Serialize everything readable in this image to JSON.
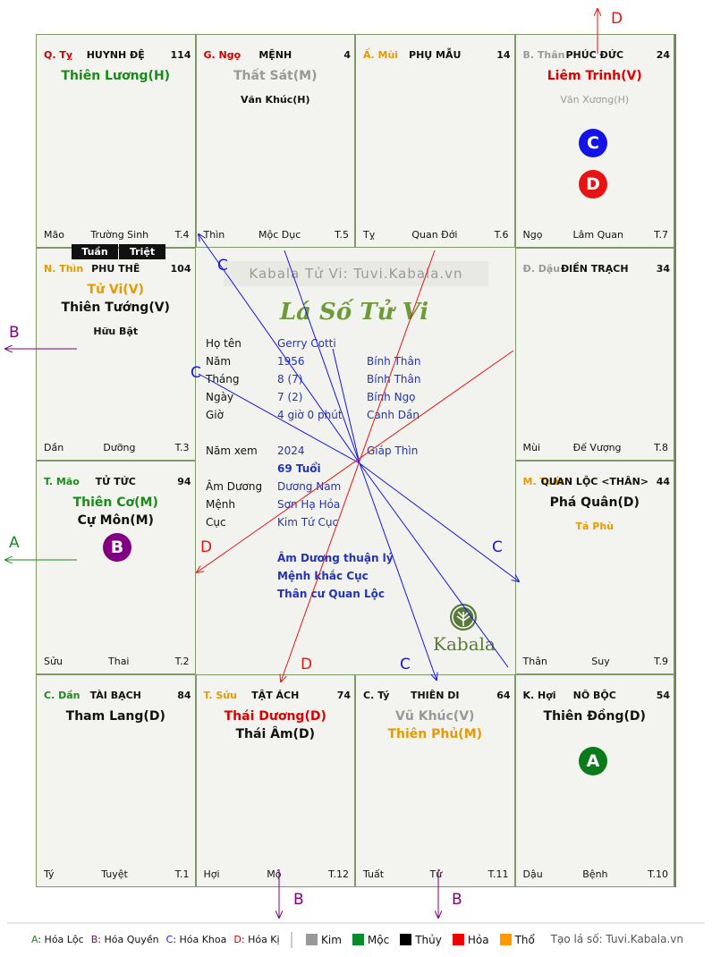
{
  "palaces": [
    {
      "id": "ty",
      "branch": "Q. Tỵ",
      "branch_color": "#cc0000",
      "name": "HUYNH ĐỆ",
      "number": "114",
      "main_stars": [
        {
          "text": "Thiên Lương(H)",
          "color": "#1a8a1a"
        }
      ],
      "minor_stars": [],
      "foot_left": "Mão",
      "foot_mid": "Trường Sinh",
      "foot_right": "T.4"
    },
    {
      "id": "ngo",
      "branch": "G. Ngọ",
      "branch_color": "#cc0000",
      "name": "MỆNH",
      "number": "4",
      "main_stars": [
        {
          "text": "Thất Sát(M)",
          "color": "#999999"
        }
      ],
      "minor_stars": [
        {
          "text": "Văn Khúc(H)",
          "color": "#111111"
        }
      ],
      "foot_left": "Thìn",
      "foot_mid": "Mộc Dục",
      "foot_right": "T.5"
    },
    {
      "id": "mui",
      "branch": "Ấ. Mùi",
      "branch_color": "#e69a00",
      "name": "PHỤ MẪU",
      "number": "14",
      "main_stars": [],
      "minor_stars": [],
      "foot_left": "Tỵ",
      "foot_mid": "Quan Đới",
      "foot_right": "T.6"
    },
    {
      "id": "than",
      "branch": "B. Thân",
      "branch_color": "#999999",
      "name": "PHÚC ĐỨC",
      "number": "24",
      "main_stars": [
        {
          "text": "Liêm Trinh(V)",
          "color": "#dd0000"
        }
      ],
      "minor_stars": [
        {
          "text": "Văn Xương(H)",
          "color": "#999999"
        }
      ],
      "foot_left": "Ngọ",
      "foot_mid": "Lâm Quan",
      "foot_right": "T.7"
    },
    {
      "id": "thin",
      "branch": "N. Thìn",
      "branch_color": "#e69a00",
      "name": "PHU THÊ",
      "number": "104",
      "main_stars": [
        {
          "text": "Tử Vi(V)",
          "color": "#e69a00"
        },
        {
          "text": "Thiên Tướng(V)",
          "color": "#111111"
        }
      ],
      "minor_stars": [
        {
          "text": "Hữu Bật",
          "color": "#111111"
        }
      ],
      "foot_left": "Dần",
      "foot_mid": "Dưỡng",
      "foot_right": "T.3"
    },
    {
      "id": "dau",
      "branch": "Đ. Dậu",
      "branch_color": "#999999",
      "name": "ĐIỀN TRẠCH",
      "number": "34",
      "main_stars": [],
      "minor_stars": [],
      "foot_left": "Mùi",
      "foot_mid": "Đế Vượng",
      "foot_right": "T.8"
    },
    {
      "id": "mao",
      "branch": "T. Mão",
      "branch_color": "#1a8a1a",
      "name": "TỬ TỨC",
      "number": "94",
      "main_stars": [
        {
          "text": "Thiên Cơ(M)",
          "color": "#1a8a1a"
        },
        {
          "text": "Cự Môn(M)",
          "color": "#111111"
        }
      ],
      "minor_stars": [],
      "foot_left": "Sửu",
      "foot_mid": "Thai",
      "foot_right": "T.2"
    },
    {
      "id": "tuat",
      "branch": "M. Tuất",
      "branch_color": "#e69a00",
      "name": "QUAN LỘC <THÂN>",
      "number": "44",
      "main_stars": [
        {
          "text": "Phá Quân(D)",
          "color": "#111111"
        }
      ],
      "minor_stars": [
        {
          "text": "Tả Phù",
          "color": "#e69a00"
        }
      ],
      "foot_left": "Thân",
      "foot_mid": "Suy",
      "foot_right": "T.9"
    },
    {
      "id": "dan",
      "branch": "C. Dần",
      "branch_color": "#1a8a1a",
      "name": "TÀI BẠCH",
      "number": "84",
      "main_stars": [
        {
          "text": "Tham Lang(D)",
          "color": "#111111"
        }
      ],
      "minor_stars": [],
      "foot_left": "Tý",
      "foot_mid": "Tuyệt",
      "foot_right": "T.1"
    },
    {
      "id": "suu",
      "branch": "T. Sửu",
      "branch_color": "#e69a00",
      "name": "TẬT ÁCH",
      "number": "74",
      "main_stars": [
        {
          "text": "Thái Dương(D)",
          "color": "#dd0000"
        },
        {
          "text": "Thái Âm(D)",
          "color": "#111111"
        }
      ],
      "minor_stars": [],
      "foot_left": "Hợi",
      "foot_mid": "Mộ",
      "foot_right": "T.12"
    },
    {
      "id": "tyy",
      "branch": "C. Tý",
      "branch_color": "#111111",
      "name": "THIÊN DI",
      "number": "64",
      "main_stars": [
        {
          "text": "Vũ Khúc(V)",
          "color": "#999999"
        },
        {
          "text": "Thiên Phủ(M)",
          "color": "#e69a00"
        }
      ],
      "minor_stars": [],
      "foot_left": "Tuất",
      "foot_mid": "Tử",
      "foot_right": "T.11"
    },
    {
      "id": "hoi",
      "branch": "K. Hợi",
      "branch_color": "#111111",
      "name": "NÔ BỘC",
      "number": "54",
      "main_stars": [
        {
          "text": "Thiên Đồng(D)",
          "color": "#111111"
        }
      ],
      "minor_stars": [],
      "foot_left": "Dậu",
      "foot_mid": "Bệnh",
      "foot_right": "T.10"
    }
  ],
  "badges": [
    {
      "letter": "C",
      "color": "#1414e6"
    },
    {
      "letter": "D",
      "color": "#e61414"
    },
    {
      "letter": "B",
      "color": "#800080"
    },
    {
      "letter": "A",
      "color": "#0a7a1a"
    }
  ],
  "tuan_label": "Tuần",
  "triet_label": "Triệt",
  "watermark": "Kabala Tử Vi: Tuvi.Kabala.vn",
  "center_title": "Lá Số Tử Vi",
  "info": [
    {
      "label": "Họ tên",
      "value": "Gerry Cotti",
      "value2": ""
    },
    {
      "label": "Năm",
      "value": "1956",
      "value2": "Bính Thân"
    },
    {
      "label": "Tháng",
      "value": "8  (7)",
      "value2": "Bính Thân"
    },
    {
      "label": "Ngày",
      "value": "7  (2)",
      "value2": "Bính Ngọ"
    },
    {
      "label": "Giờ",
      "value": "4 giờ 0 phút",
      "value2": "Canh Dần"
    },
    {
      "label": "Năm xem",
      "value": "2024",
      "value2": "Giáp Thìn"
    },
    {
      "label": "",
      "value": "69 Tuổi",
      "value2": ""
    },
    {
      "label": "Âm Dương",
      "value": "Dương Nam",
      "value2": ""
    },
    {
      "label": "Mệnh",
      "value": "Sơn Hạ Hỏa",
      "value2": ""
    },
    {
      "label": "Cục",
      "value": "Kim Tứ Cục",
      "value2": ""
    }
  ],
  "notes": [
    "Âm Dương thuận lý",
    "Mệnh khắc Cục",
    "Thân cư Quan Lộc"
  ],
  "logo_text": "Kabala",
  "arrow_labels": {
    "top": "D",
    "left_top": "B",
    "left_mid": "A",
    "bottom1": "B",
    "bottom2": "B"
  },
  "line_labels": [
    "C",
    "C",
    "D",
    "C",
    "D",
    "C"
  ],
  "legend": {
    "hoa": [
      {
        "key": "A",
        "label": "Hóa Lộc",
        "color": "#1a8a1a"
      },
      {
        "key": "B",
        "label": "Hóa Quyền",
        "color": "#800080"
      },
      {
        "key": "C",
        "label": "Hóa Khoa",
        "color": "#1414e6"
      },
      {
        "key": "D",
        "label": "Hóa Kị",
        "color": "#cc0000"
      }
    ],
    "elements": [
      {
        "label": "Kim",
        "color": "#999999"
      },
      {
        "label": "Mộc",
        "color": "#0a8a2a"
      },
      {
        "label": "Thủy",
        "color": "#000000"
      },
      {
        "label": "Hỏa",
        "color": "#ee0000"
      },
      {
        "label": "Thổ",
        "color": "#ff9900"
      }
    ],
    "credit": "Tạo lá số: Tuvi.Kabala.vn"
  }
}
